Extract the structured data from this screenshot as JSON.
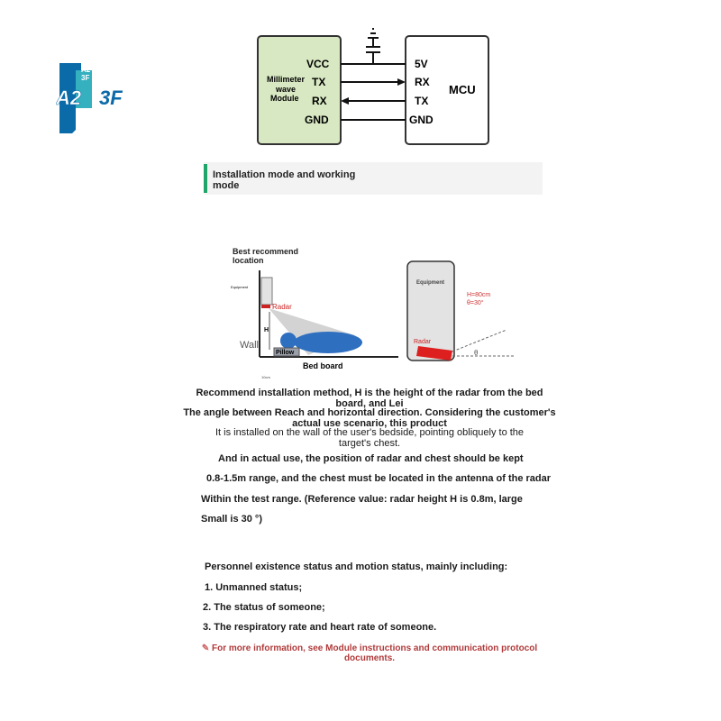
{
  "logo": {
    "brand": "A2 3F",
    "top_text": "A2",
    "mid_text": "3F",
    "main_left": "A2",
    "main_right": "3F",
    "color": "#0b6aa8",
    "accent": "#1ea7b8"
  },
  "wiring": {
    "module_lines": [
      "Millimeter",
      "wave",
      "Module"
    ],
    "module_pins": [
      "VCC",
      "TX",
      "RX",
      "GND"
    ],
    "mcu_label": "MCU",
    "mcu_pins": [
      "5V",
      "RX",
      "TX",
      "GND"
    ],
    "module_fill": "#d8e8c2"
  },
  "section": {
    "line1": "Installation mode and working",
    "line2": "mode",
    "accent": "#1fa46a"
  },
  "diagram_left": {
    "title_line1": "Best recommend",
    "title_line2": "location",
    "equipment": "Equipment",
    "radar": "Radar",
    "h": "H",
    "wall": "Wall",
    "pillow": "Pillow",
    "bed_board": "Bed board",
    "dim": "10cm"
  },
  "diagram_right": {
    "equipment": "Equipment",
    "h_value": "H=80cm",
    "theta_value": "θ=30°",
    "radar": "Radar",
    "theta": "θ"
  },
  "paragraphs": {
    "p1a": "Recommend installation method, H is the height of the radar from the bed",
    "p1b": "board, and Lei",
    "p2a": "The angle between Reach and horizontal direction. Considering the customer's",
    "p2b": "actual use scenario, this product",
    "p3a": "It is installed on the wall of the user's bedside, pointing obliquely to the",
    "p3b": "target's chest.",
    "p4": "And in actual use, the position of radar and chest should be kept",
    "p5": "0.8-1.5m range, and the chest must be located in the antenna of the radar",
    "p6": "Within the test range. (Reference value: radar height H is 0.8m, large",
    "p7": "Small is 30 °)"
  },
  "status": {
    "intro": "Personnel existence status and motion status, mainly including:",
    "items": [
      "1. Unmanned status;",
      "2. The status of someone;",
      "3. The respiratory rate and heart rate of someone."
    ]
  },
  "note": {
    "icon": "pencil-icon",
    "line1": "For more information, see Module instructions and communication protocol",
    "line2": "documents."
  }
}
